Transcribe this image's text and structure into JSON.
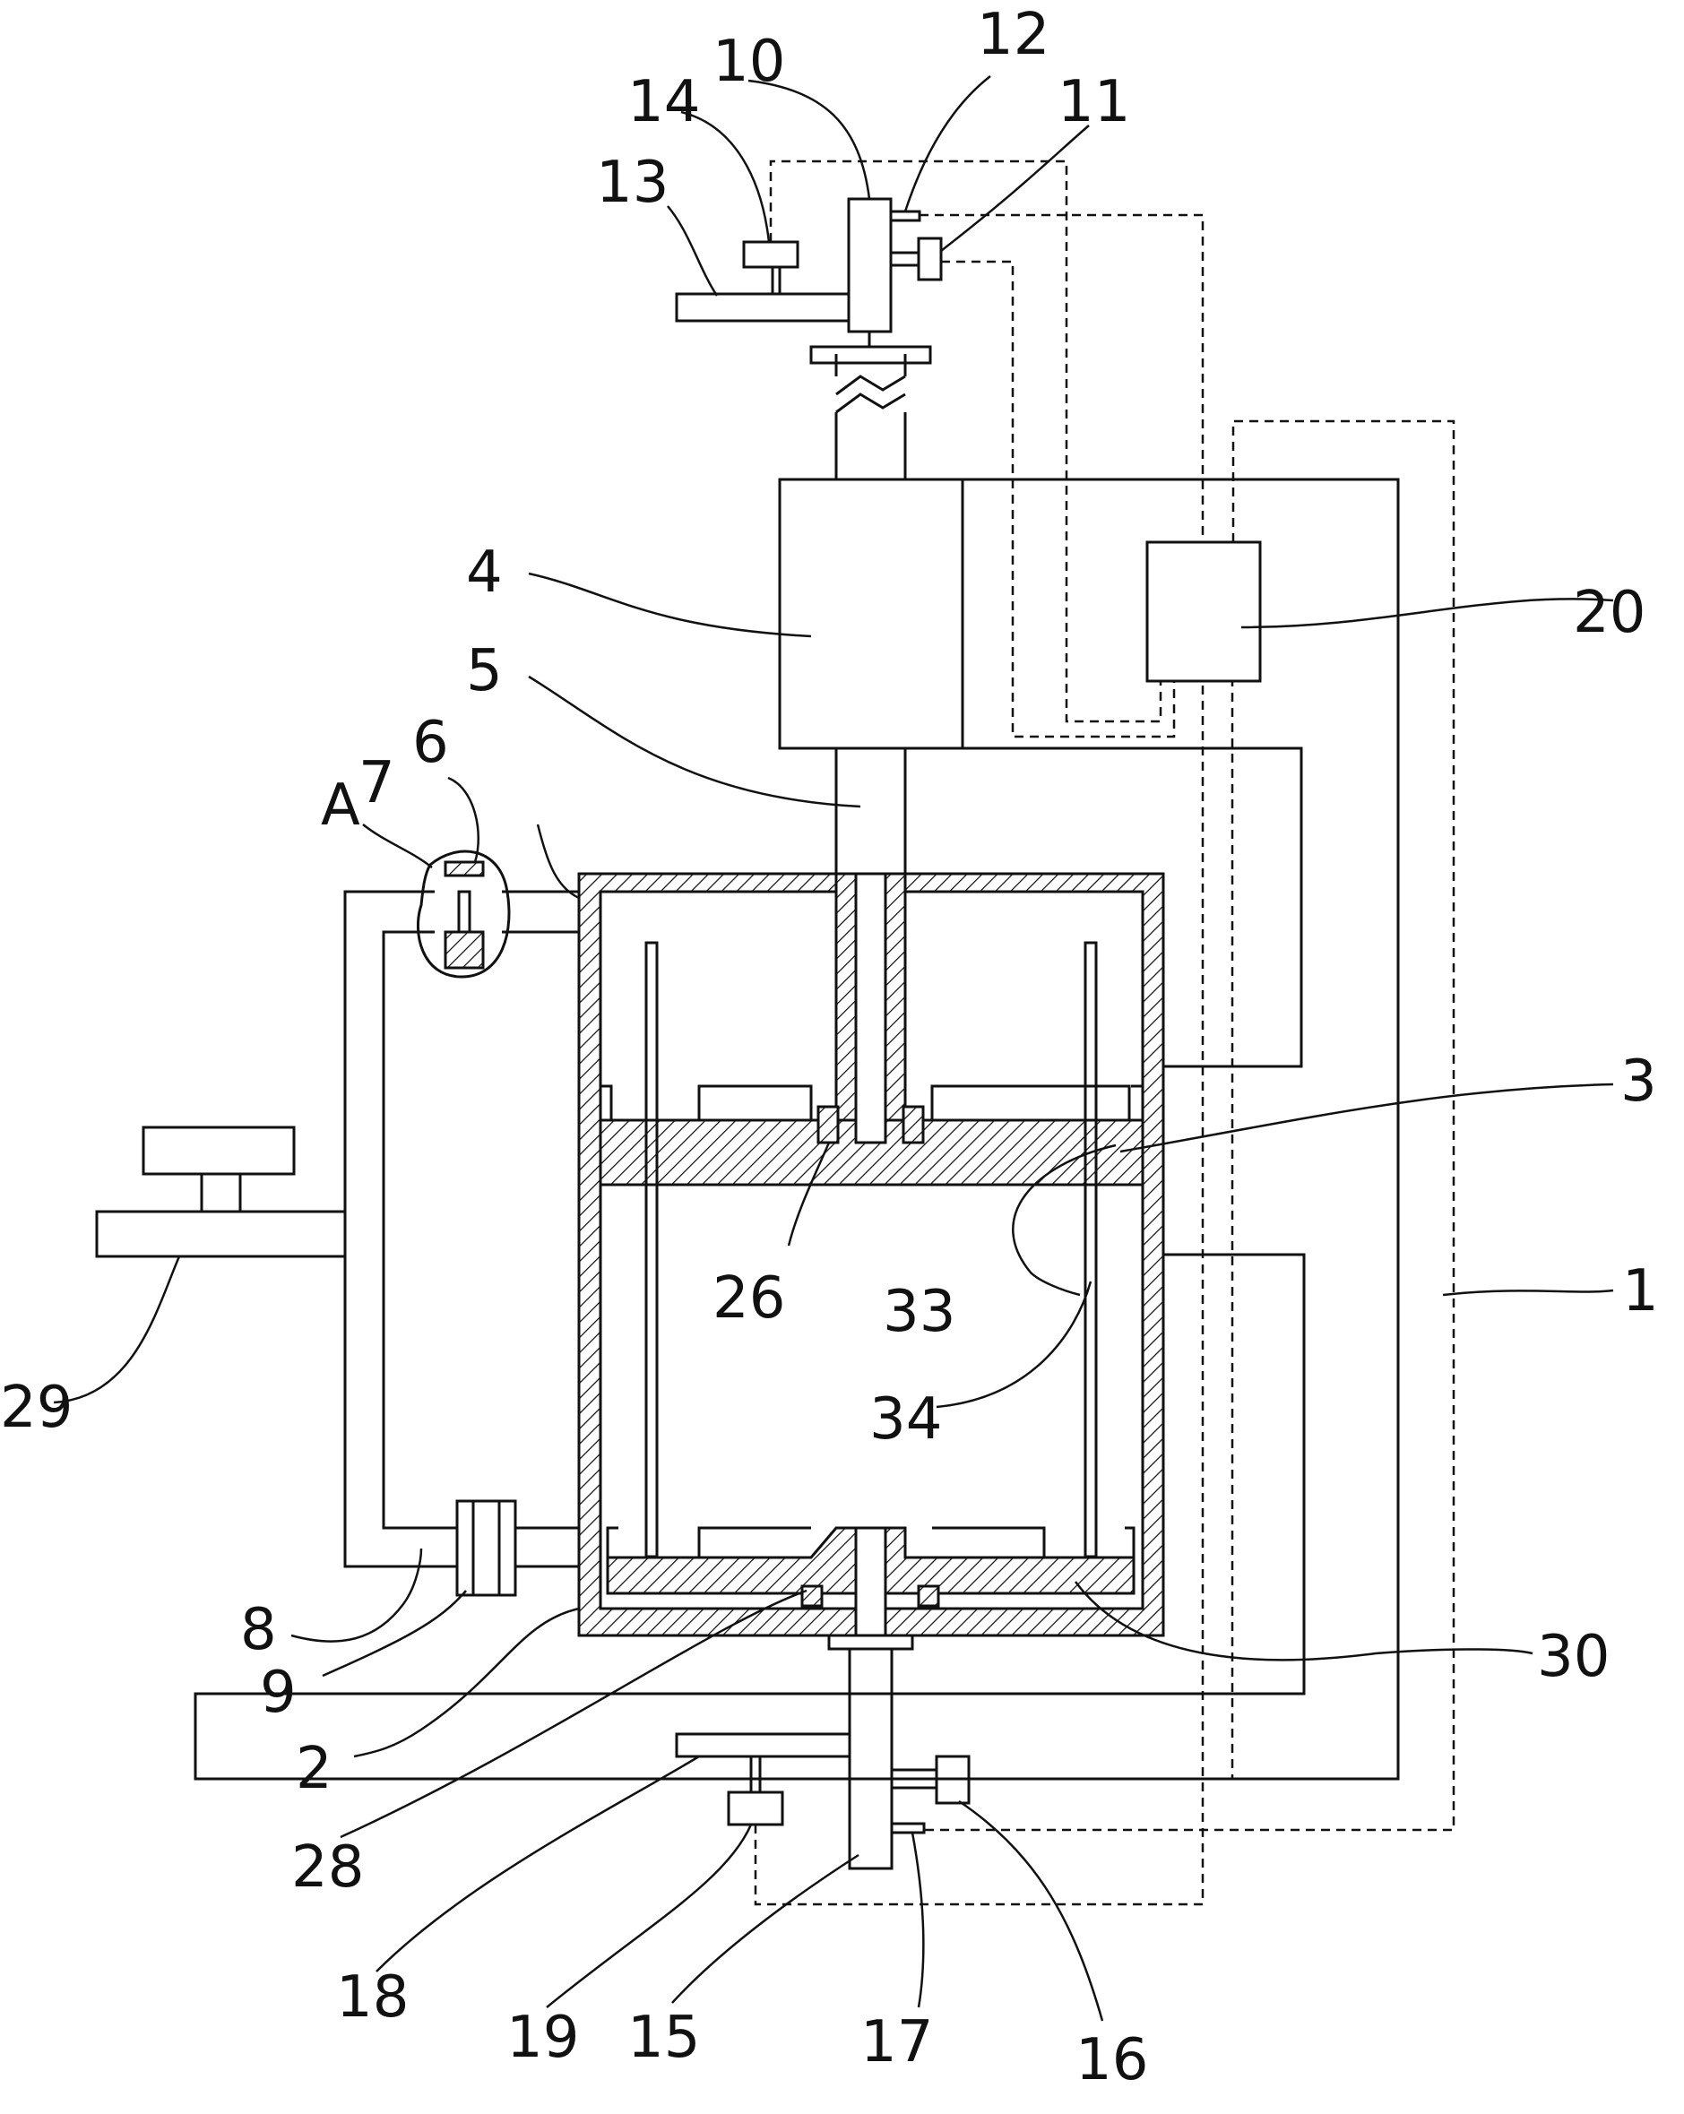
{
  "labels": {
    "l1": "1",
    "l2": "2",
    "l3": "3",
    "l4": "4",
    "l5": "5",
    "l6": "6",
    "l7": "7",
    "l8": "8",
    "l9": "9",
    "l10": "10",
    "l11": "11",
    "l12": "12",
    "l13": "13",
    "l14": "14",
    "l15": "15",
    "l16": "16",
    "l17": "17",
    "l18": "18",
    "l19": "19",
    "l20": "20",
    "l26": "26",
    "l28": "28",
    "l29": "29",
    "l30": "30",
    "l33": "33",
    "l34": "34",
    "lA": "A"
  },
  "colors": {
    "line": "#111111",
    "background": "#ffffff"
  }
}
